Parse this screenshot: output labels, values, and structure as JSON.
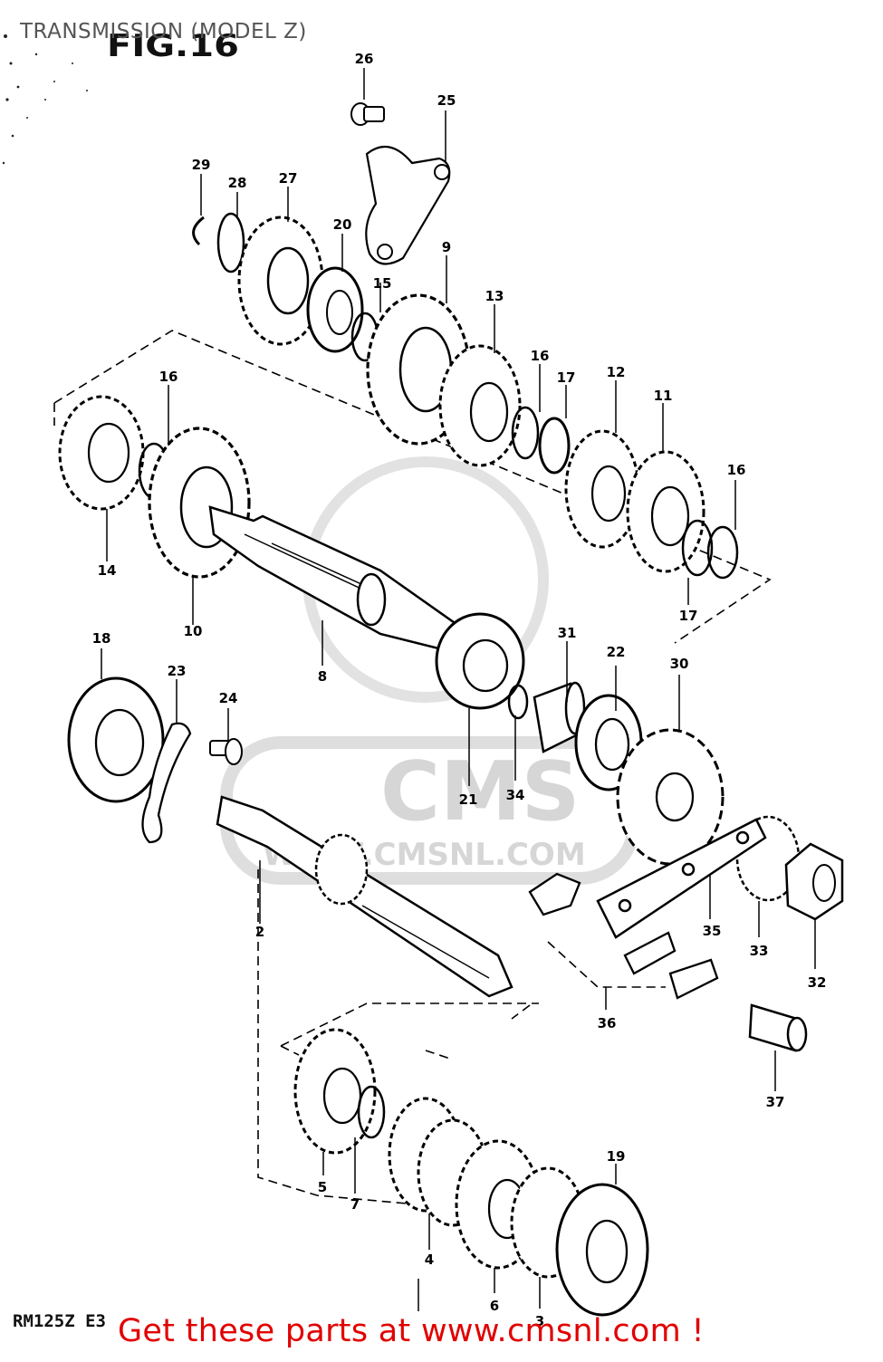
{
  "title": "TRANSMISSION (MODEL Z)",
  "figure_label": "FIG.16",
  "model_label": "RM125Z E3",
  "footer": "Get these parts at www.cmsnl.com !",
  "watermark": {
    "brand": "CMS",
    "url": "WWW.CMSNL.COM"
  },
  "colors": {
    "footer": "#e10000",
    "watermark": "#d6d6d6",
    "ink": "#000000"
  },
  "callouts": [
    "26",
    "25",
    "29",
    "28",
    "27",
    "20",
    "15",
    "9",
    "13",
    "16",
    "17",
    "12",
    "11",
    "16",
    "16",
    "14",
    "10",
    "17",
    "8",
    "18",
    "23",
    "24",
    "31",
    "22",
    "30",
    "21",
    "34",
    "2",
    "35",
    "33",
    "32",
    "36",
    "37",
    "19",
    "5",
    "7",
    "4",
    "6",
    "3"
  ]
}
